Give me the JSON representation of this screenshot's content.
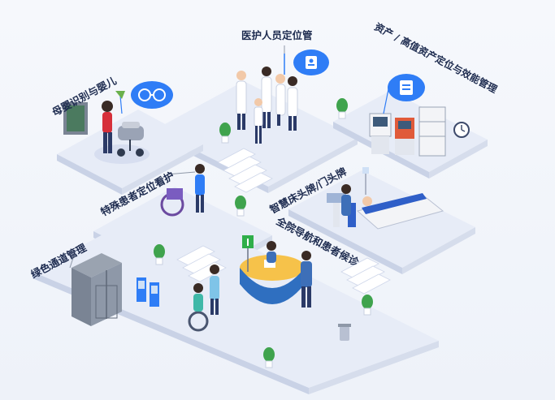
{
  "zones": {
    "staff_location": "医护人员定位管",
    "mother_infant": "母婴识别与婴儿",
    "asset_tracking": "资产 / 高值资产定位与效能管理",
    "special_patient": "特殊患者定位看护",
    "smart_bedside": "智慧床头牌/门头牌",
    "green_channel": "绿色通道管理",
    "navigation": "全院导航和患者候诊"
  },
  "colors": {
    "floor_top": "#e7ecf7",
    "floor_edge": "#c9d2e6",
    "accent": "#2f7df6",
    "label": "#1d2b4f"
  },
  "icons": [
    "id-badge-icon",
    "glasses-icon",
    "tag-icon",
    "info-sign-icon"
  ]
}
